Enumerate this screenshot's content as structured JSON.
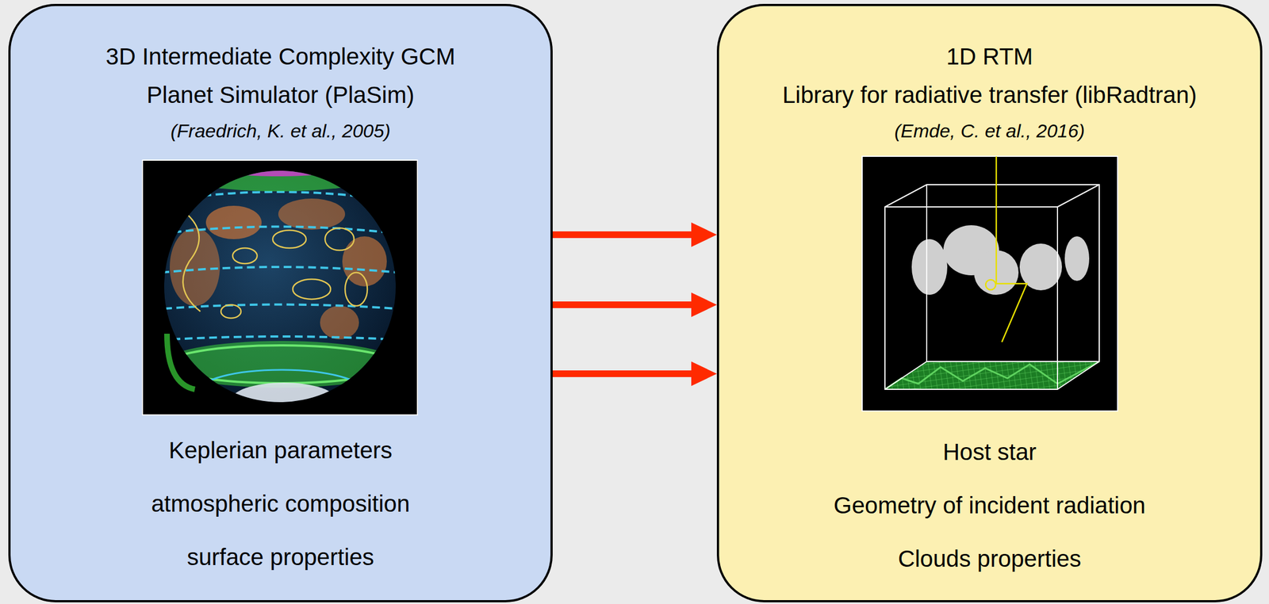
{
  "diagram": {
    "nodes": [
      {
        "text": [
          "3D Intermediate Complexity GCM",
          "Planet Simulator (PlaSim)",
          "(Fraedrich, K. et al., 2005)",
          "Keplerian parameters",
          "atmospheric composition",
          "surface properties"
        ]
      },
      {
        "text": [
          "1D RTM",
          "Library for radiative transfer (libRadtran)",
          "(Emde, C. et al., 2016)",
          "Host star",
          "Geometry of incident radiation",
          "Clouds properties"
        ]
      }
    ],
    "edges": [
      {
        "from": 0,
        "to": 1,
        "arrow": "to"
      },
      {
        "from": 0,
        "to": 1,
        "arrow": "to"
      },
      {
        "from": 0,
        "to": 1,
        "arrow": "to"
      }
    ]
  }
}
